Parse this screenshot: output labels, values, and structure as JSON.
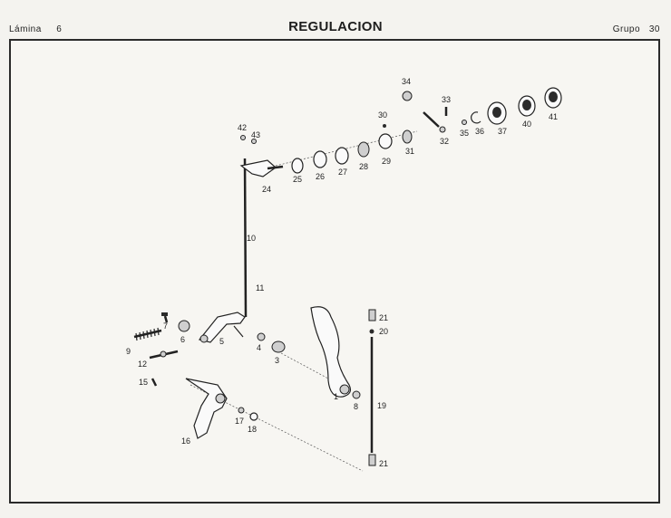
{
  "header": {
    "sheet_label": "Lámina",
    "sheet_number": "6",
    "title": "REGULACION",
    "group_label": "Grupo",
    "group_number": "30"
  },
  "parts": [
    {
      "id": "p1",
      "label": "1"
    },
    {
      "id": "p3",
      "label": "3"
    },
    {
      "id": "p4",
      "label": "4"
    },
    {
      "id": "p5",
      "label": "5"
    },
    {
      "id": "p6",
      "label": "6"
    },
    {
      "id": "p7",
      "label": "7"
    },
    {
      "id": "p8",
      "label": "8"
    },
    {
      "id": "p9",
      "label": "9"
    },
    {
      "id": "p10",
      "label": "10"
    },
    {
      "id": "p11",
      "label": "11"
    },
    {
      "id": "p12",
      "label": "12"
    },
    {
      "id": "p15",
      "label": "15"
    },
    {
      "id": "p16",
      "label": "16"
    },
    {
      "id": "p17",
      "label": "17"
    },
    {
      "id": "p18",
      "label": "18"
    },
    {
      "id": "p19",
      "label": "19"
    },
    {
      "id": "p20",
      "label": "20"
    },
    {
      "id": "p21a",
      "label": "21"
    },
    {
      "id": "p21b",
      "label": "21"
    },
    {
      "id": "p24",
      "label": "24"
    },
    {
      "id": "p25",
      "label": "25"
    },
    {
      "id": "p26",
      "label": "26"
    },
    {
      "id": "p27",
      "label": "27"
    },
    {
      "id": "p28",
      "label": "28"
    },
    {
      "id": "p29",
      "label": "29"
    },
    {
      "id": "p30",
      "label": "30"
    },
    {
      "id": "p31",
      "label": "31"
    },
    {
      "id": "p32",
      "label": "32"
    },
    {
      "id": "p33",
      "label": "33"
    },
    {
      "id": "p34",
      "label": "34"
    },
    {
      "id": "p35",
      "label": "35"
    },
    {
      "id": "p36",
      "label": "36"
    },
    {
      "id": "p37",
      "label": "37"
    },
    {
      "id": "p40",
      "label": "40"
    },
    {
      "id": "p41",
      "label": "41"
    },
    {
      "id": "p42",
      "label": "42"
    },
    {
      "id": "p43",
      "label": "43"
    }
  ]
}
